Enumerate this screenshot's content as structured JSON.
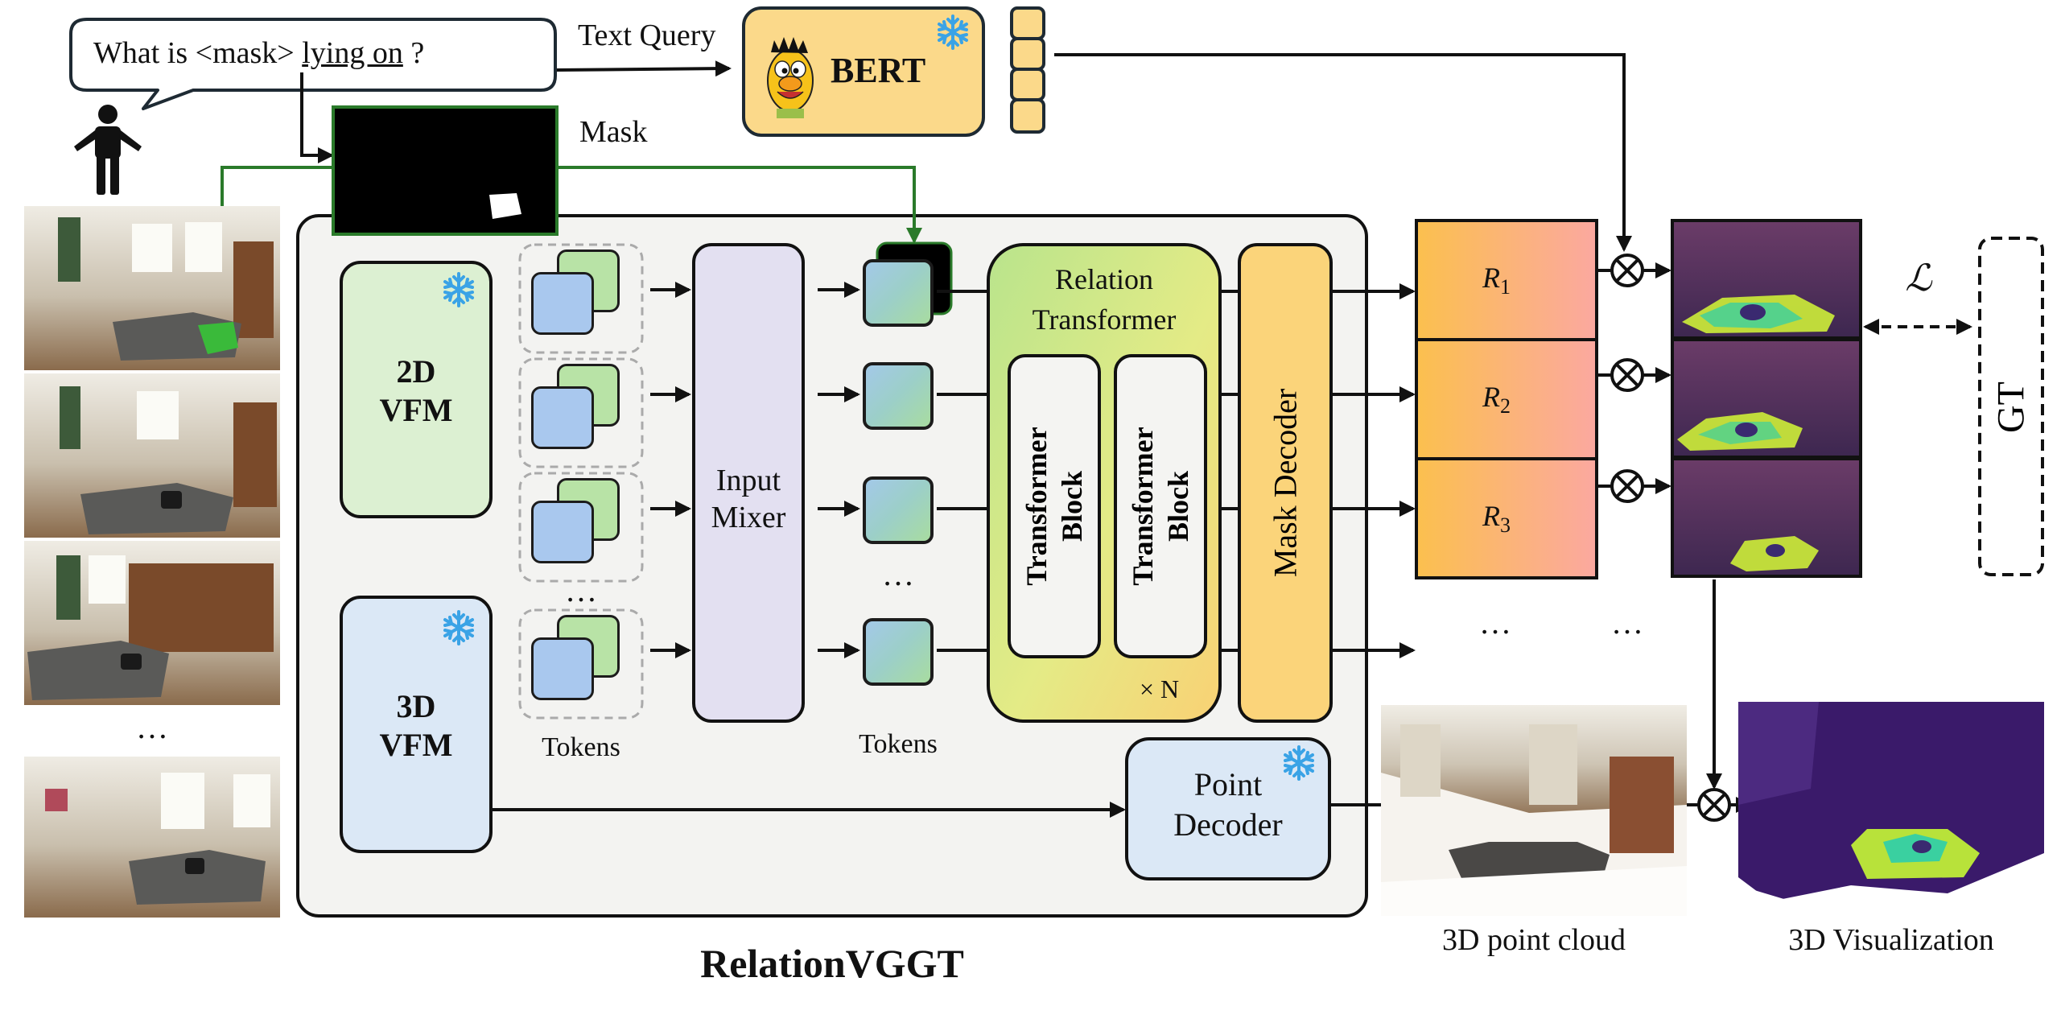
{
  "diagram_title": "RelationVGGT",
  "query": {
    "prefix": "What is <mask> ",
    "relation": "lying on",
    "suffix": " ?"
  },
  "text_query_label": "Text Query",
  "bert_label": "BERT",
  "mask_label": "Mask",
  "vfm_2d": {
    "line1": "2D",
    "line2": "VFM"
  },
  "vfm_3d": {
    "line1": "3D",
    "line2": "VFM"
  },
  "tokens_left_label": "Tokens",
  "tokens_right_label": "Tokens",
  "input_mixer": {
    "line1": "Input",
    "line2": "Mixer"
  },
  "relation_transformer": {
    "line1": "Relation",
    "line2": "Transformer",
    "block_line1": "Transformer",
    "block_line2": "Block",
    "repeat": "× N"
  },
  "mask_decoder_label": "Mask Decoder",
  "point_decoder": {
    "line1": "Point",
    "line2": "Decoder"
  },
  "relations": [
    {
      "letter": "R",
      "sub": "1"
    },
    {
      "letter": "R",
      "sub": "2"
    },
    {
      "letter": "R",
      "sub": "3"
    }
  ],
  "loss_label": "ℒ",
  "gt_label": "GT",
  "ellipsis": "…",
  "point_cloud_label": "3D point cloud",
  "visualization_label": "3D Visualization",
  "colors": {
    "frozen_snowflake": "#3aa3e6",
    "vfm_2d_fill": "#dcf0d2",
    "vfm_3d_fill": "#dbe8f6",
    "bert_fill": "#fbd98a",
    "input_mixer_fill": "#e3e0f1",
    "mask_decoder_fill": "#fbd47a",
    "mask_path": "#2a7a2a",
    "main_panel_fill": "#f3f3f1"
  }
}
